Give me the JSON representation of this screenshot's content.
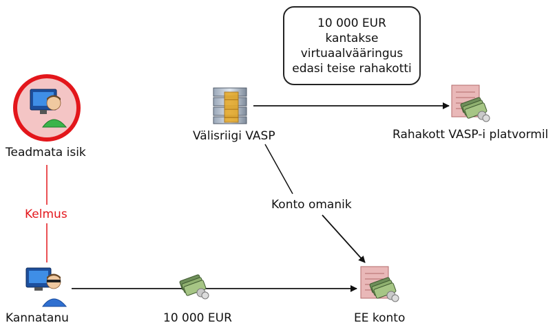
{
  "nodes": {
    "unknown_person": {
      "label": "Teadmata isik",
      "icon": "person-at-computer-icon",
      "highlight_color": "#e3161b"
    },
    "victim": {
      "label": "Kannatanu",
      "icon": "person-at-computer-icon"
    },
    "foreign_vasp": {
      "label": "Välisriigi VASP",
      "icon": "server-stack-icon"
    },
    "wallet": {
      "label": "Rahakott VASP-i platvormil",
      "icon": "account-ledger-icon"
    },
    "ee_account": {
      "label": "EE konto",
      "icon": "account-ledger-icon"
    },
    "money": {
      "label": "10 000 EUR",
      "icon": "money-stack-icon"
    }
  },
  "edges": {
    "fraud": {
      "label": "Kelmus",
      "color": "#e3161b"
    },
    "account_owner": {
      "label": "Konto omanik"
    }
  },
  "callout": {
    "lines": [
      "10 000 EUR",
      "kantakse",
      "virtuaalvääringus",
      "edasi teise rahakotti"
    ]
  }
}
